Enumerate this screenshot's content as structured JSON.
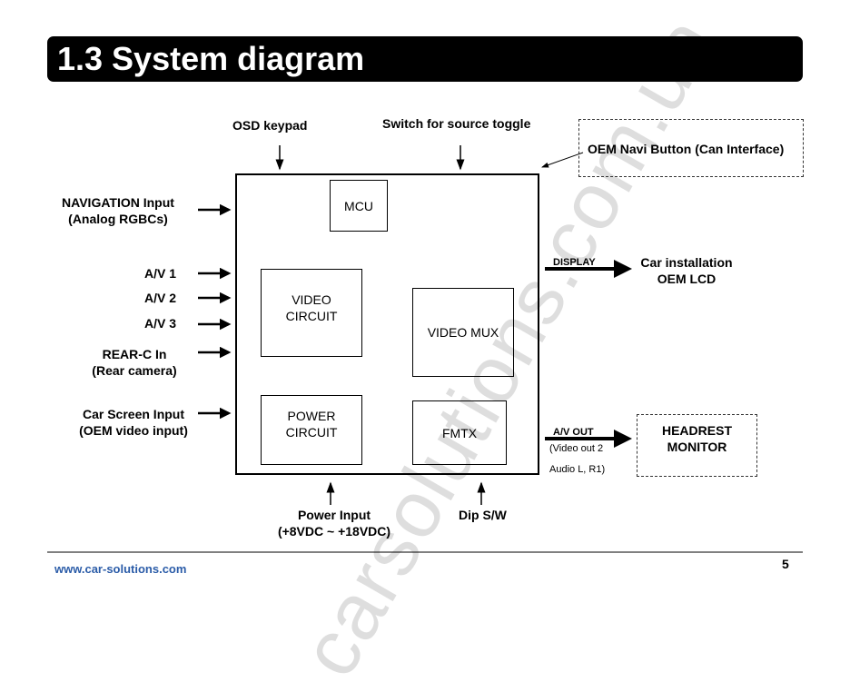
{
  "header": {
    "title": "1.3 System diagram"
  },
  "watermark": "carsolutions.com.ua",
  "diagram": {
    "top_labels": {
      "osd": "OSD keypad",
      "switch": "Switch for source toggle",
      "navi_button": "OEM Navi Button (Can Interface)"
    },
    "inputs": {
      "nav_line1": "NAVIGATION Input",
      "nav_line2": "(Analog RGBCs)",
      "av1": "A/V 1",
      "av2": "A/V 2",
      "av3": "A/V 3",
      "rear_line1": "REAR-C In",
      "rear_line2": "(Rear camera)",
      "car_line1": "Car Screen Input",
      "car_line2": "(OEM video input)"
    },
    "blocks": {
      "mcu": "MCU",
      "video_line1": "VIDEO",
      "video_line2": "CIRCUIT",
      "video_mux": "VIDEO MUX",
      "power_line1": "POWER",
      "power_line2": "CIRCUIT",
      "fmtx": "FMTX"
    },
    "outputs": {
      "display": "DISPLAY",
      "lcd_line1": "Car installation",
      "lcd_line2": "OEM LCD",
      "avout": "A/V OUT",
      "avout_line1": "(Video out 2",
      "avout_line2": "Audio L, R1)",
      "headrest_line1": "HEADREST",
      "headrest_line2": "MONITOR"
    },
    "bottom": {
      "power_line1": "Power Input",
      "power_line2": "(+8VDC ~ +18VDC)",
      "dip": "Dip S/W"
    }
  },
  "footer": {
    "url": "www.car-solutions.com",
    "page": "5",
    "url_color": "#2b5ca8"
  }
}
